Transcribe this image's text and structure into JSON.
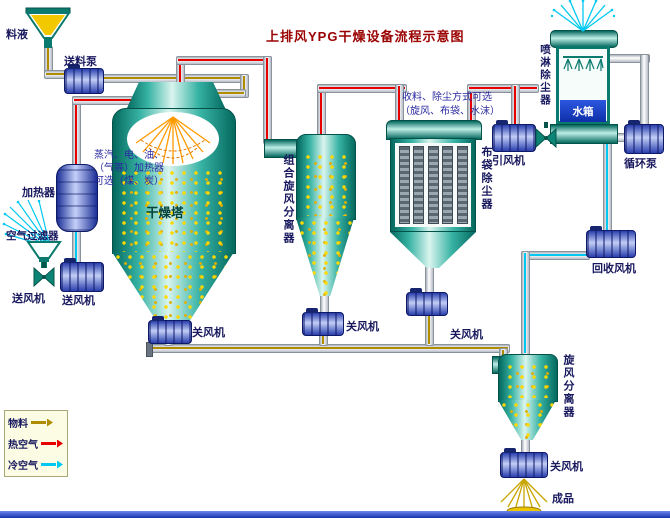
{
  "title": "上排风YPG干燥设备流程示意图",
  "labels": {
    "feed_liquid": "料液",
    "feed_pump": "送料泵",
    "heater": "加热器",
    "air_filter": "空气过滤器",
    "blower_a": "送风机",
    "blower_b": "送风机",
    "drying_tower": "干燥塔",
    "rotary_valve_tower": "关风机",
    "combo_cyclone": "组合旋风分离器",
    "rotary_valve_cyclone": "关风机",
    "bag_filter": "布袋除尘器",
    "rotary_valve_bag": "关风机",
    "id_fan": "引风机",
    "spray_scrubber": "喷淋除尘器",
    "water_tank": "水箱",
    "circulation_pump": "循环泵",
    "recovery_fan": "回收风机",
    "cyclone_separator": "旋风分离器",
    "rotary_valve_product": "关风机",
    "product": "成品"
  },
  "notes": {
    "heater": [
      "蒸汽、电、油、",
      "（气等）加热器",
      "可选（煤、炭）"
    ],
    "collect": [
      "收料、除尘方式可选",
      "（旋风、布袋、水沫）"
    ]
  },
  "legend": {
    "items": [
      {
        "label": "物料",
        "color": "#b08c00"
      },
      {
        "label": "热空气",
        "color": "#e60000"
      },
      {
        "label": "冷空气",
        "color": "#00c8f0"
      }
    ]
  },
  "colors": {
    "material": "#b08c00",
    "hot_air": "#e60000",
    "cold_air": "#00c8f0",
    "vessel_teal": "#0a7a6e",
    "machine_blue": "#2a3fae"
  }
}
